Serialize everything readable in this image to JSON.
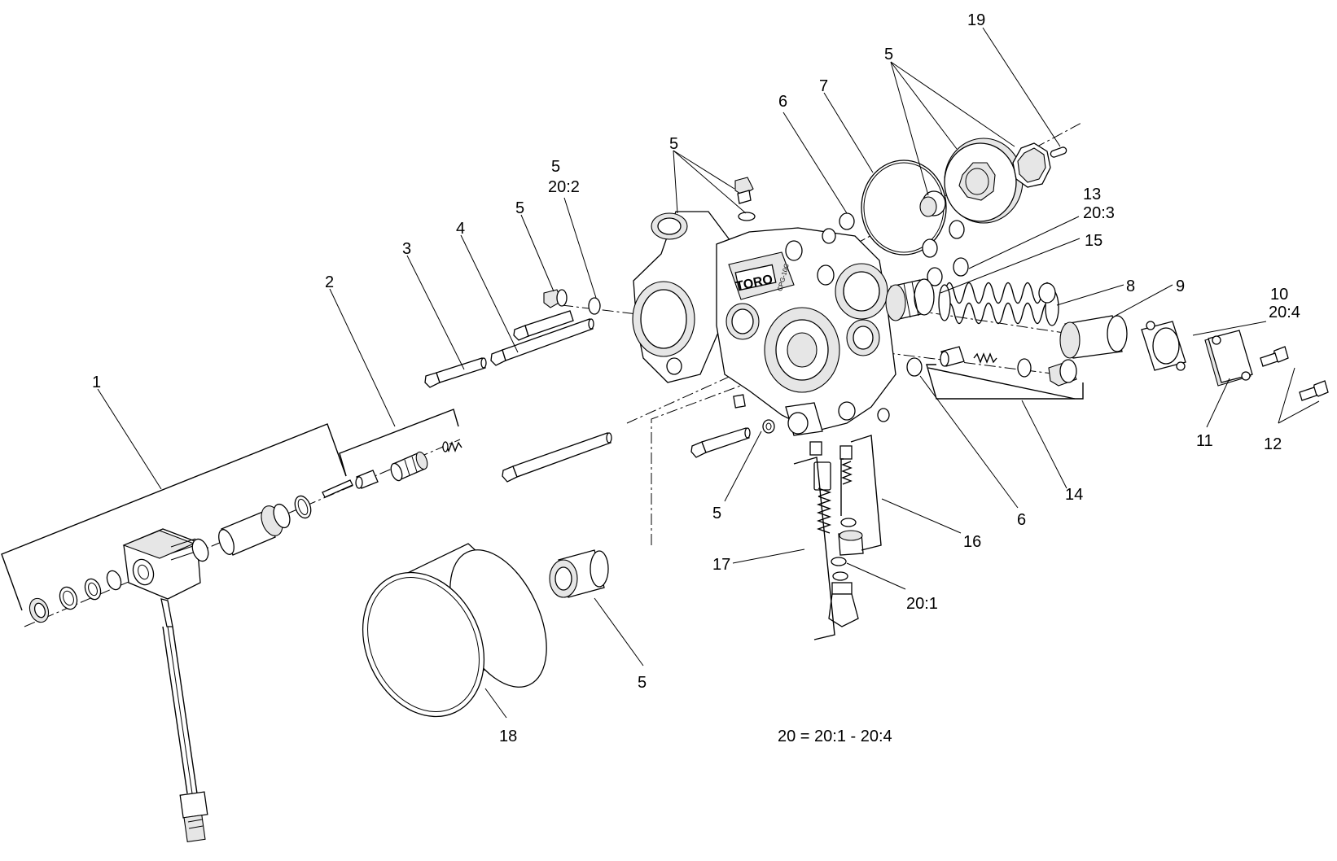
{
  "diagram": {
    "callouts": {
      "c1": "1",
      "c2": "2",
      "c3": "3",
      "c4": "4",
      "c5_bolt": "5",
      "c5_2032": "5",
      "c20_2": "20:2",
      "c5_top": "5",
      "c6_top": "6",
      "c7": "7",
      "c5_pump": "5",
      "c19": "19",
      "c13": "13",
      "c20_3": "20:3",
      "c15": "15",
      "c8": "8",
      "c9": "9",
      "c10": "10",
      "c20_4": "20:4",
      "c11": "11",
      "c12": "12",
      "c14": "14",
      "c6_bottom": "6",
      "c16": "16",
      "c17": "17",
      "c20_1": "20:1",
      "c5_lower": "5",
      "c5_filter": "5",
      "c18": "18"
    },
    "legend_note": "20  = 20:1 - 20:4",
    "brand_text": "TORO",
    "brand_sub": "CPG-10C"
  }
}
